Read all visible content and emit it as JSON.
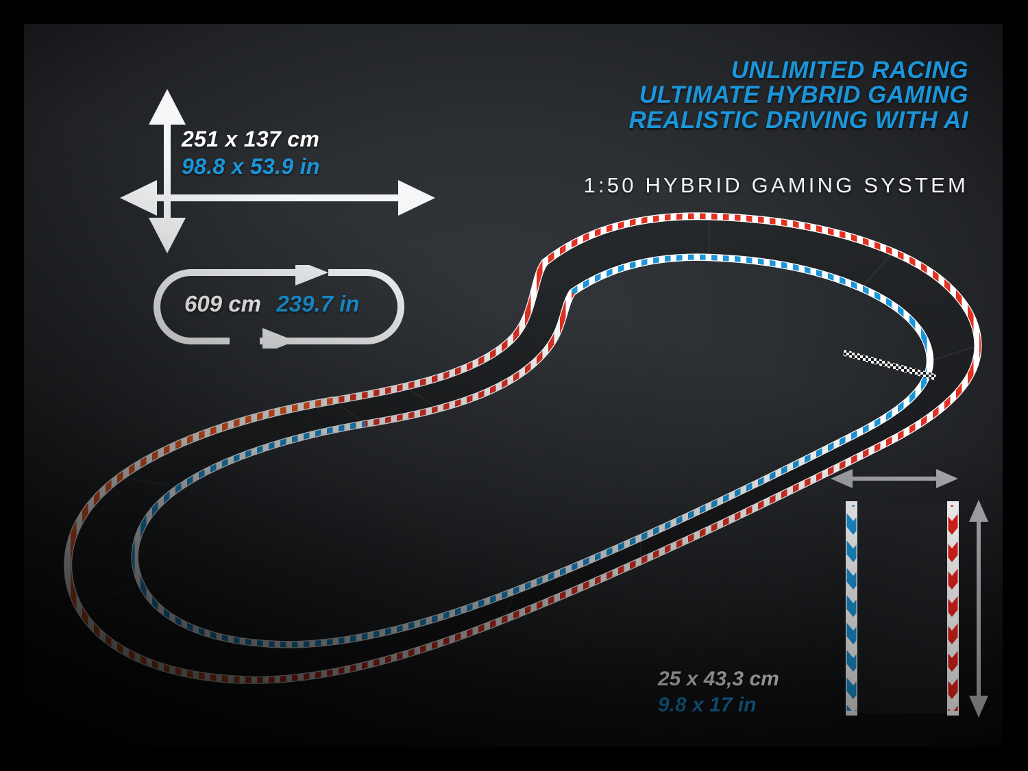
{
  "headline": {
    "lines": [
      "UNLIMITED RACING",
      "ULTIMATE HYBRID GAMING",
      "REALISTIC DRIVING WITH AI"
    ],
    "subtitle": "1:50 HYBRID GAMING SYSTEM"
  },
  "footprint": {
    "metric": "251 x 137 cm",
    "imperial": "98.8 x 53.9 in"
  },
  "track_length": {
    "metric": "609 cm",
    "imperial": "239.7 in"
  },
  "track_piece": {
    "metric": "25 x 43,3 cm",
    "imperial": "9.8 x 17 in"
  },
  "colors": {
    "accent_blue": "#1b95d9",
    "barrier_red": "#e03123",
    "barrier_orange": "#ef5a21",
    "barrier_blue": "#1b95d9",
    "barrier_white": "#ffffff",
    "asphalt_dark": "#1a1c1e",
    "asphalt_light": "#35383c",
    "panel_bg": "#2f3236",
    "frame_black": "#000000",
    "arrow_white": "#f4f6f7",
    "arrow_gray": "#a8aaad"
  },
  "icons": {
    "footprint_arrows": "dimension-cross-arrow",
    "loop_arrow": "loop-arrow-badge",
    "piece_width_arrow": "double-arrow-horizontal",
    "piece_height_arrow": "double-arrow-vertical"
  },
  "track": {
    "description": "1:50 scale slot-car circuit layout in perspective view",
    "start_finish_line": "checkered",
    "outer_barrier_color": "red-white",
    "inner_barrier_color": "blue-white"
  }
}
